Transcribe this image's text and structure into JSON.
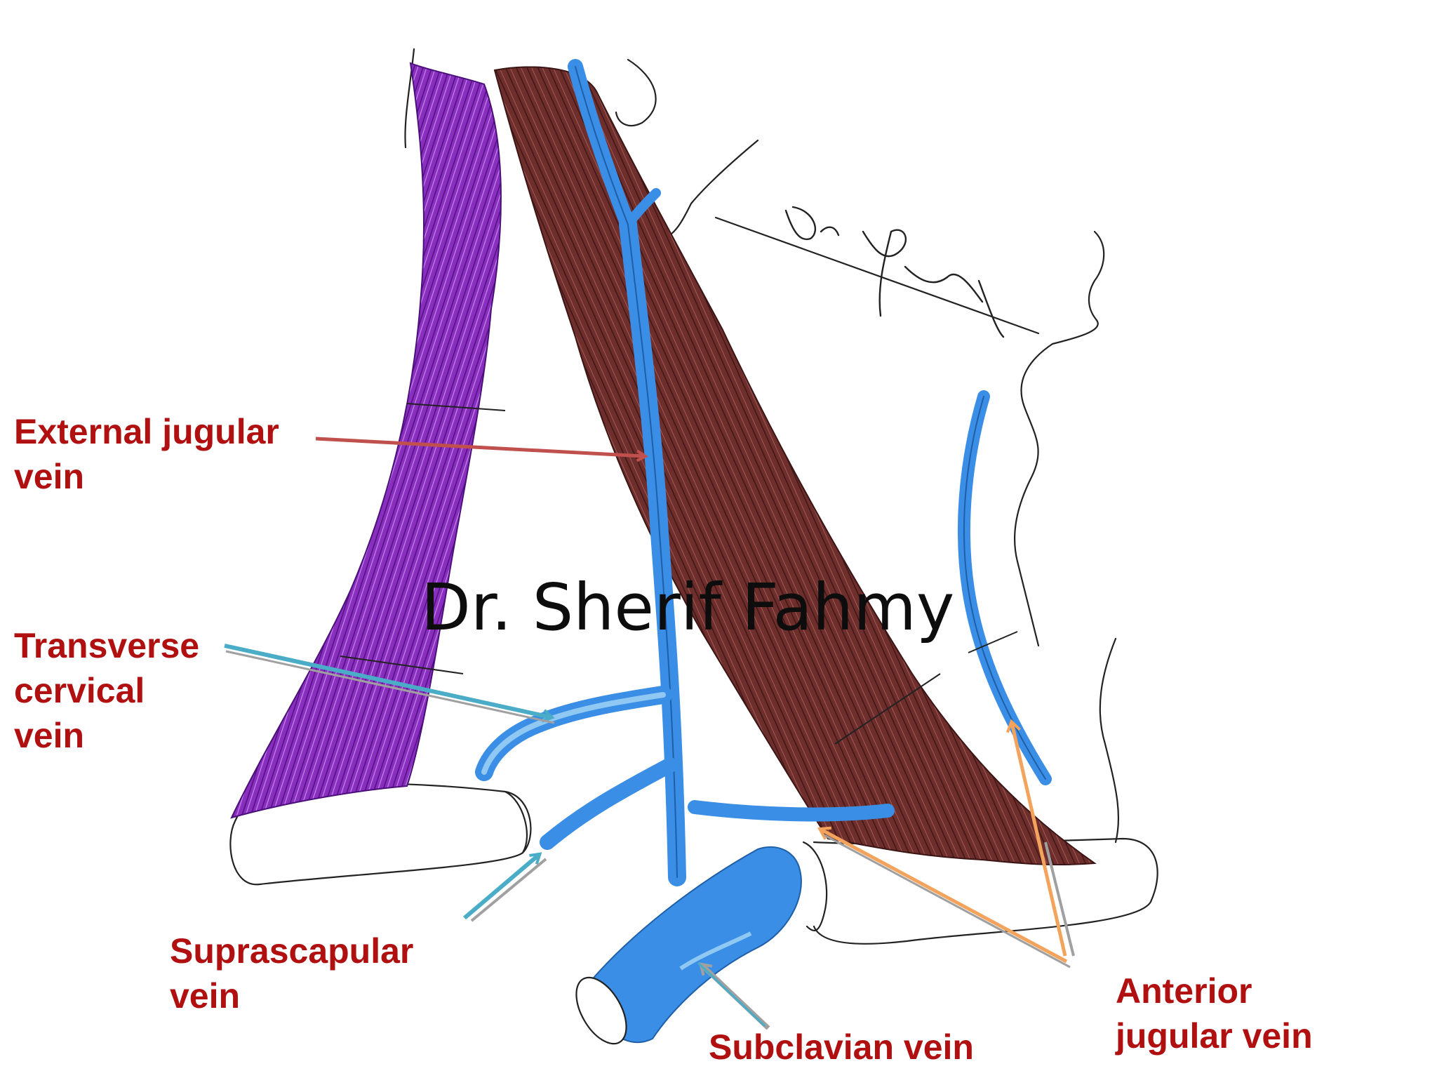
{
  "watermark": "Dr. Sherif Fahmy",
  "signature": "Dr Sherif Fahmy",
  "labels": {
    "external_jugular": [
      "External jugular",
      "vein"
    ],
    "transverse_cervical": [
      "Transverse",
      "cervical",
      "vein"
    ],
    "suprascapular": [
      "Suprascapular",
      "vein"
    ],
    "subclavian": [
      "Subclavian vein"
    ],
    "anterior_jugular": [
      "Anterior",
      "jugular vein"
    ]
  },
  "colors": {
    "label_text": "#b01010",
    "vein_blue": "#3a8ee6",
    "vein_light": "#8fc8f2",
    "sternocleidomastoid": "#6e2e2c",
    "trapezius": "#8a2ec0",
    "arrow_red": "#c0504d",
    "arrow_teal": "#4aacc6",
    "arrow_orange": "#f3a35c",
    "arrow_gray": "#a0a0a0"
  }
}
